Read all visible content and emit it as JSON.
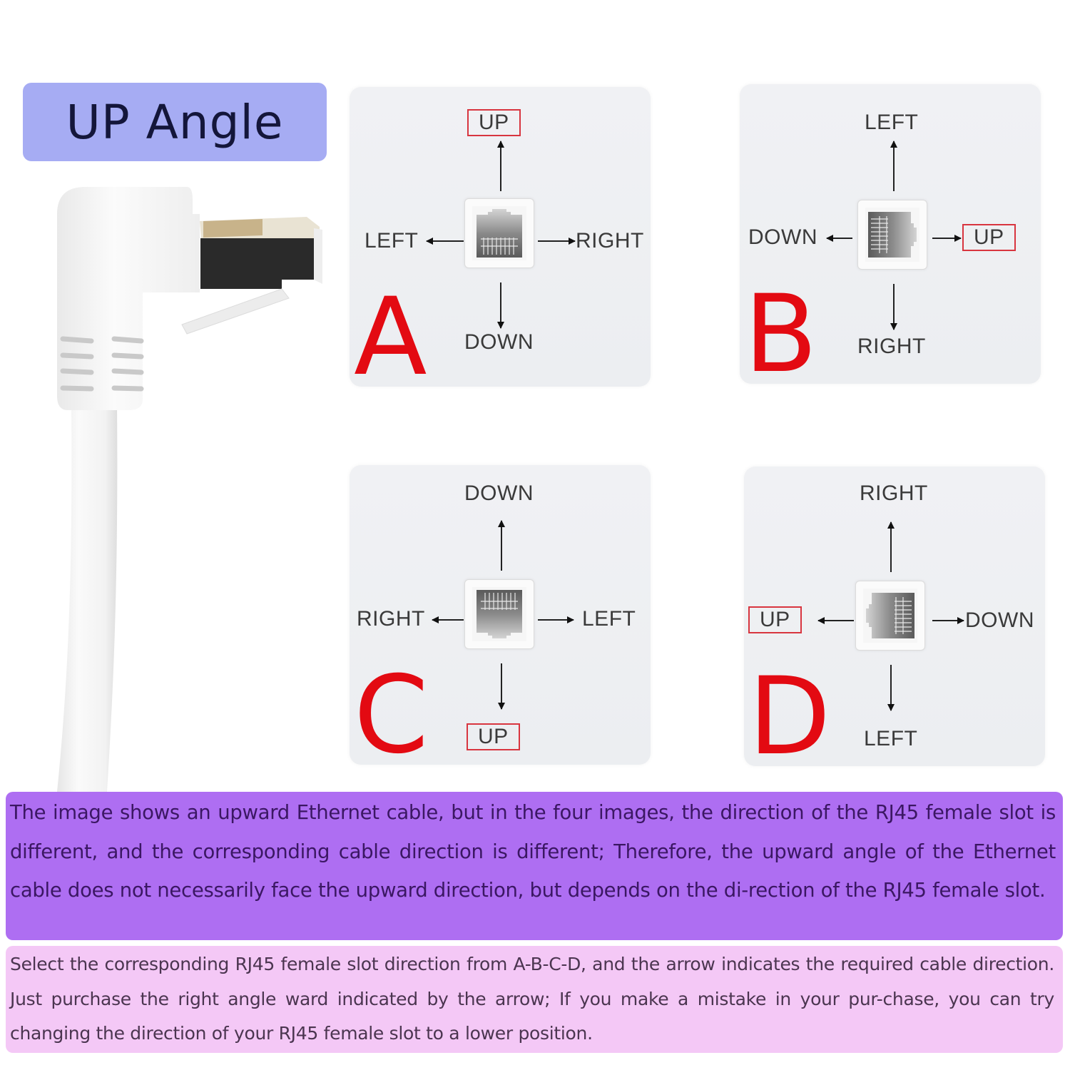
{
  "title": "UP Angle",
  "colors": {
    "title_badge_bg": "#a6acf3",
    "letter_red": "#e30a12",
    "highlight_box": "#d8353f",
    "note1_bg": "#ae6ef2",
    "note2_bg": "#f4c8f6"
  },
  "product": {
    "icon": "right-angle-rj45-ethernet-plug",
    "color": "white"
  },
  "panels": [
    {
      "letter": "A",
      "top": "UP",
      "left": "LEFT",
      "right": "RIGHT",
      "bottom": "DOWN",
      "highlighted": "top",
      "jack_rotation": 0
    },
    {
      "letter": "B",
      "top": "LEFT",
      "left": "DOWN",
      "right": "UP",
      "bottom": "RIGHT",
      "highlighted": "right",
      "jack_rotation": 90
    },
    {
      "letter": "C",
      "top": "DOWN",
      "left": "RIGHT",
      "right": "LEFT",
      "bottom": "UP",
      "highlighted": "bottom",
      "jack_rotation": 180
    },
    {
      "letter": "D",
      "top": "RIGHT",
      "left": "UP",
      "right": "DOWN",
      "bottom": "LEFT",
      "highlighted": "left",
      "jack_rotation": 270
    }
  ],
  "notes": {
    "explanation": "The image shows an upward Ethernet cable, but in the four images, the direction of the RJ45 female slot is different, and the corresponding cable direction is different; Therefore, the upward angle of the Ethernet cable does not necessarily face the upward direction, but depends on the di-rection of the RJ45 female slot.",
    "instruction": "Select the corresponding RJ45 female slot direction from A-B-C-D, and the arrow indicates the required cable direction. Just purchase the right angle ward indicated by the arrow; If you make a mistake in your pur-chase, you can try changing the direction of your RJ45 female slot to a lower position."
  }
}
